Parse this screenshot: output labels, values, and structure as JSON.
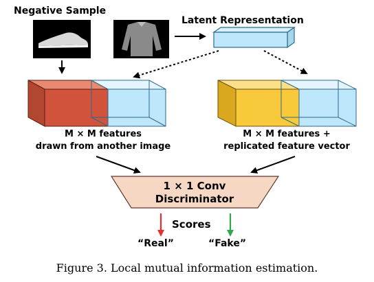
{
  "figure": {
    "caption": "Figure 3. Local mutual information estimation.",
    "negative_sample": {
      "label": "Negative Sample",
      "image_content": "sneaker-icon"
    },
    "positive_sample": {
      "image_content": "sweater-icon"
    },
    "latent": {
      "label": "Latent Representation"
    },
    "left_block": {
      "line1": "M × M features",
      "line2": "drawn from another image"
    },
    "right_block": {
      "line1": "M × M features +",
      "line2": "replicated feature vector"
    },
    "discriminator": {
      "line1": "1 × 1 Conv",
      "line2": "Discriminator"
    },
    "scores": {
      "label": "Scores",
      "real": "“Real”",
      "fake": "“Fake”"
    },
    "colors": {
      "feature_red": "#d2533b",
      "feature_blue": "#bfe7fb",
      "feature_yellow": "#f8c93a",
      "latent_blue": "#bfe7fb",
      "discriminator_fill": "#f6d7c4",
      "arrow_red": "#e53030",
      "arrow_green": "#2ea84a"
    }
  }
}
